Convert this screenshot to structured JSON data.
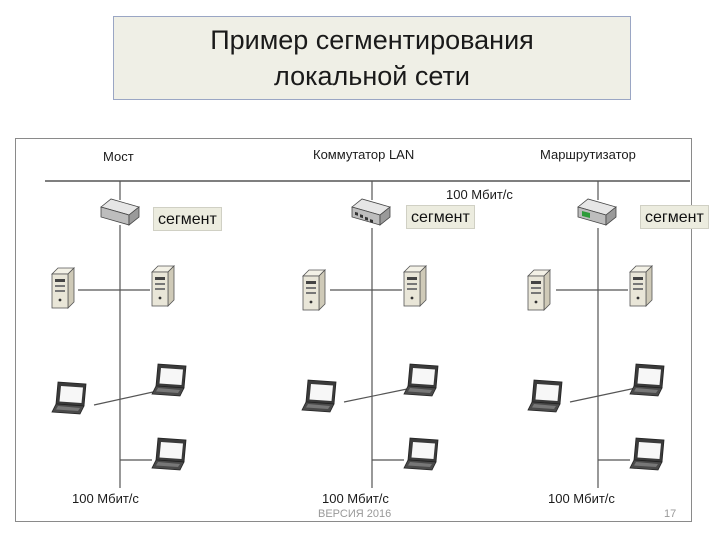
{
  "title": {
    "line1": "Пример сегментирования",
    "line2": "локальной сети"
  },
  "devices": {
    "bridge": "Мост",
    "switch": "Коммутатор LAN",
    "router": "Маршрутизатор"
  },
  "backbone_speed": "100 Мбит/с",
  "segment_label": "сегмент",
  "segment_speed": "100 Мбит/с",
  "footer": {
    "version": "ВЕРСИЯ 2016",
    "page": "17"
  },
  "colors": {
    "title_bg": "#efefe6",
    "segment_bg": "#ececdf",
    "router_accent": "#2e9b3a"
  }
}
